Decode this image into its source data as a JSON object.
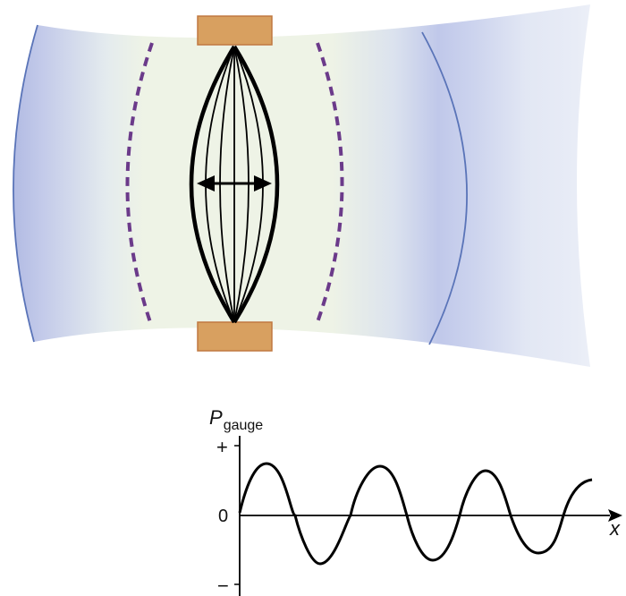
{
  "graph": {
    "y_axis_label_main": "P",
    "y_axis_label_sub": "gauge",
    "plus_label": "+",
    "zero_label": "0",
    "minus_label": "−",
    "x_axis_label": "x"
  },
  "colors": {
    "background": "#ffffff",
    "wave_blue": "#8a96d4",
    "wavefront_line": "#5a74b8",
    "center_light": "#eef3e6",
    "clamp_fill": "#d8a060",
    "clamp_stroke": "#c07840",
    "dashed_wavefront": "#6b3a8a",
    "string": "#000000",
    "curve": "#000000"
  }
}
